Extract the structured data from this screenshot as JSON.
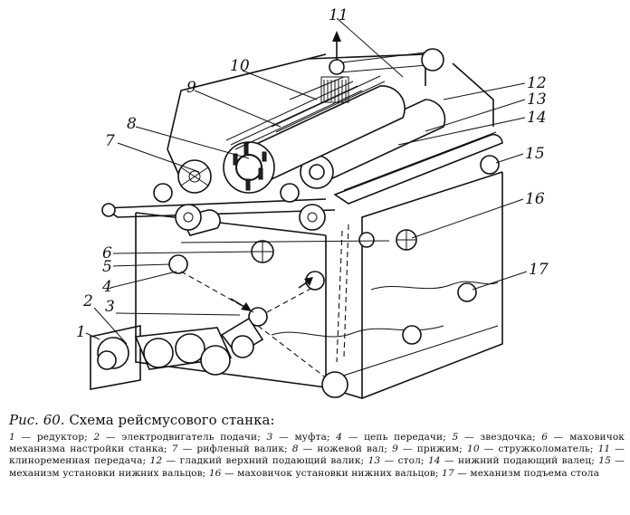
{
  "caption": {
    "figure_label": "Рис. 60.",
    "title": "Схема рейсмусового станка:"
  },
  "callouts": [
    "1",
    "2",
    "3",
    "4",
    "5",
    "6",
    "7",
    "8",
    "9",
    "10",
    "11",
    "12",
    "13",
    "14",
    "15",
    "16",
    "17"
  ],
  "legend": [
    {
      "n": "1",
      "text": "редуктор;"
    },
    {
      "n": "2",
      "text": "электродвигатель подачи;"
    },
    {
      "n": "3",
      "text": "муфта;"
    },
    {
      "n": "4",
      "text": "цепь передачи;"
    },
    {
      "n": "5",
      "text": "звездочка;"
    },
    {
      "n": "6",
      "text": "маховичок механизма настройки станка;"
    },
    {
      "n": "7",
      "text": "рифленый валик;"
    },
    {
      "n": "8",
      "text": "ножевой вал;"
    },
    {
      "n": "9",
      "text": "прижим;"
    },
    {
      "n": "10",
      "text": "стружколоматель;"
    },
    {
      "n": "11",
      "text": "клиноременная передача;"
    },
    {
      "n": "12",
      "text": "гладкий верхний подающий валик;"
    },
    {
      "n": "13",
      "text": "стол;"
    },
    {
      "n": "14",
      "text": "нижний подающий валец;"
    },
    {
      "n": "15",
      "text": "механизм установки нижних вальцов;"
    },
    {
      "n": "16",
      "text": "маховичок установки нижних вальцов;"
    },
    {
      "n": "17",
      "text": "механизм подъема стола"
    }
  ]
}
